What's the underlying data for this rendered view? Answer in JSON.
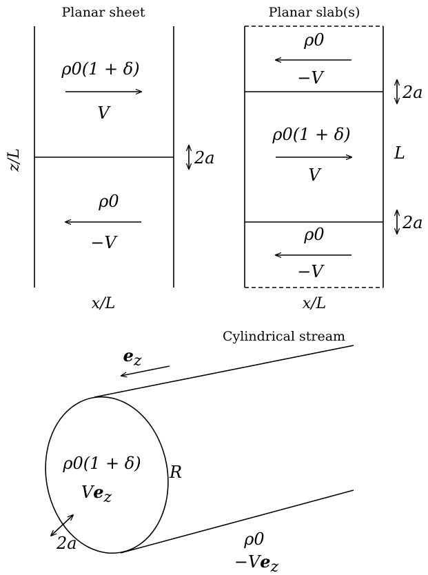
{
  "planar_sheet": {
    "title": "Planar sheet",
    "top_density": "ρ0(1 + δ)",
    "top_velocity": "V",
    "bottom_density": "ρ0",
    "bottom_velocity": "−V",
    "width_label": "2a",
    "ylabel": "z/L",
    "xlabel": "x/L"
  },
  "planar_slab": {
    "title": "Planar slab(s)",
    "top_density": "ρ0",
    "top_velocity": "−V",
    "middle_density": "ρ0(1 + δ)",
    "middle_velocity": "V",
    "bottom_density": "ρ0",
    "bottom_velocity": "−V",
    "upper_width_label": "2a",
    "height_label": "L",
    "lower_width_label": "2a",
    "xlabel": "x/L"
  },
  "cylindrical_stream": {
    "title": "Cylindrical stream",
    "axis_label": "e",
    "axis_sub": "z",
    "inner_density": "ρ0(1 + δ)",
    "inner_velocity": "V",
    "inner_vec": "e",
    "inner_vec_sub": "z",
    "radius_label": "R",
    "width_label": "2a",
    "outer_density": "ρ0",
    "outer_velocity": "−V",
    "outer_vec": "e",
    "outer_vec_sub": "z"
  }
}
